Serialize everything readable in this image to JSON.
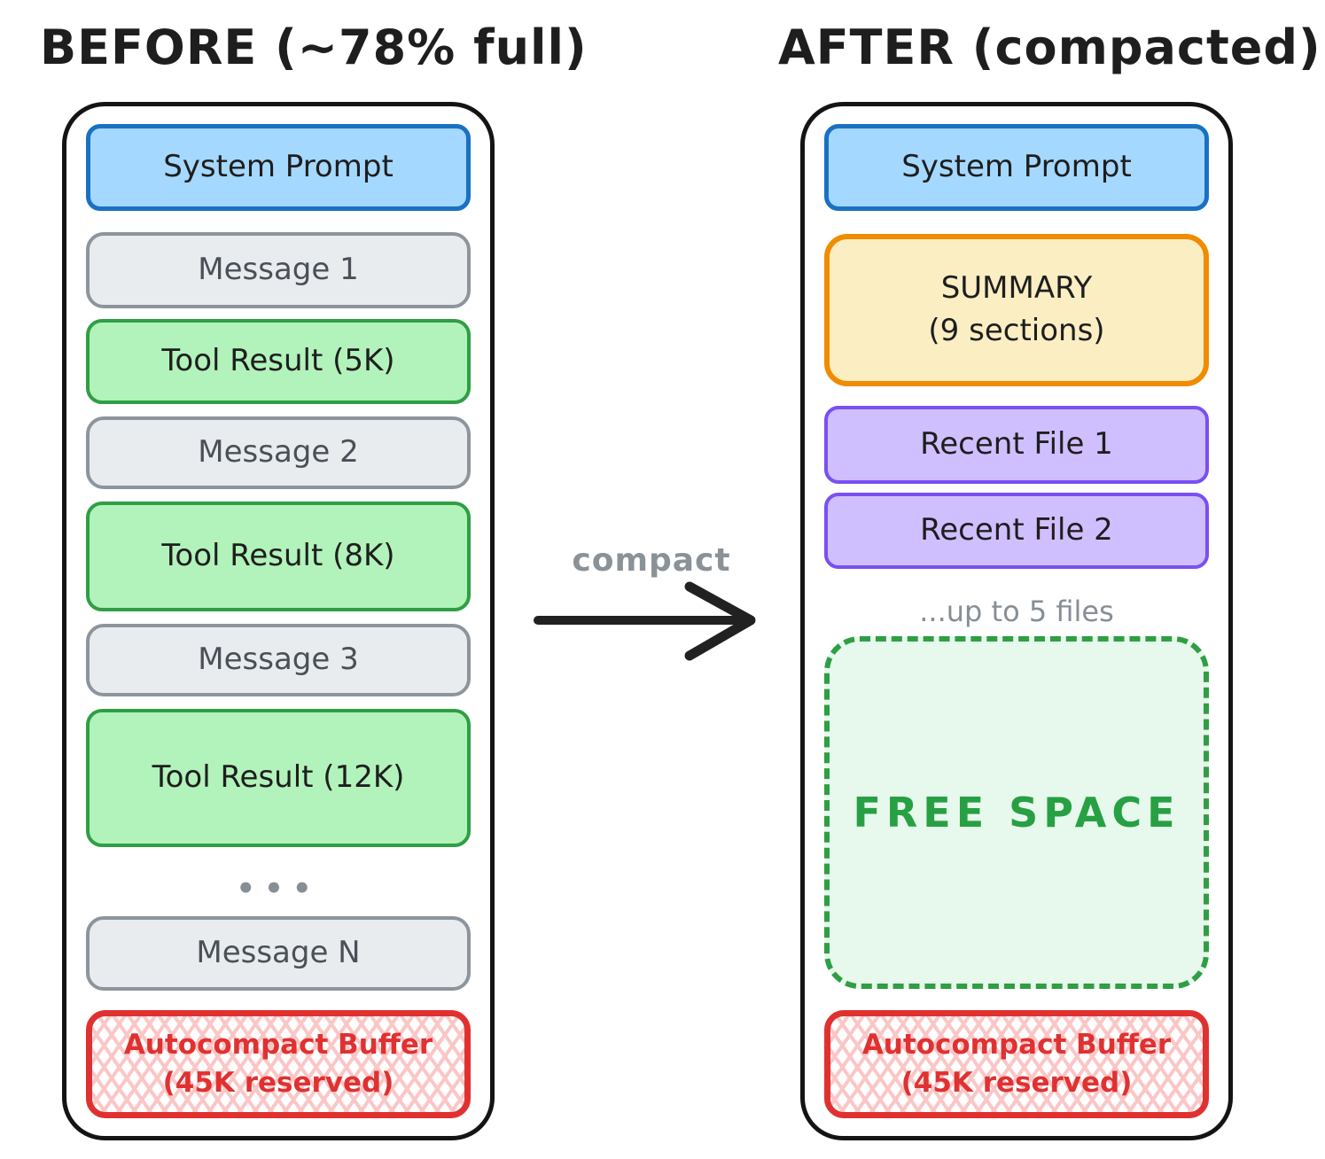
{
  "before": {
    "title": "BEFORE (~78% full)",
    "blocks": [
      {
        "label": "System Prompt"
      },
      {
        "label": "Message 1"
      },
      {
        "label": "Tool Result (5K)"
      },
      {
        "label": "Message 2"
      },
      {
        "label": "Tool Result (8K)"
      },
      {
        "label": "Message 3"
      },
      {
        "label": "Tool Result (12K)"
      },
      {
        "label": "•••"
      },
      {
        "label": "Message N"
      },
      {
        "line1": "Autocompact Buffer",
        "line2": "(45K reserved)"
      }
    ]
  },
  "after": {
    "title": "AFTER (compacted)",
    "blocks": [
      {
        "label": "System Prompt"
      },
      {
        "line1": "SUMMARY",
        "line2": "(9 sections)"
      },
      {
        "label": "Recent File 1"
      },
      {
        "label": "Recent File 2"
      },
      {
        "label": "...up to 5 files"
      },
      {
        "label": "FREE SPACE"
      },
      {
        "line1": "Autocompact Buffer",
        "line2": "(45K reserved)"
      }
    ]
  },
  "arrow": {
    "label": "compact"
  },
  "palette": {
    "system_fill": "#a5d8ff",
    "system_stroke": "#1971c2",
    "message_fill": "#e9ecef",
    "message_stroke": "#8d959c",
    "tool_fill": "#b2f2bb",
    "tool_stroke": "#2f9e44",
    "summary_fill": "#fbeec3",
    "summary_stroke": "#f08c00",
    "file_fill": "#d0bfff",
    "file_stroke": "#7950f2",
    "buffer_stroke": "#e03131",
    "buffer_hatch": "#fbc6c6",
    "free_fill": "#e7f8ec",
    "free_stroke": "#2f9e44",
    "container_stroke": "#141414",
    "muted_text": "#868e96",
    "ink": "#1e1e1e"
  }
}
